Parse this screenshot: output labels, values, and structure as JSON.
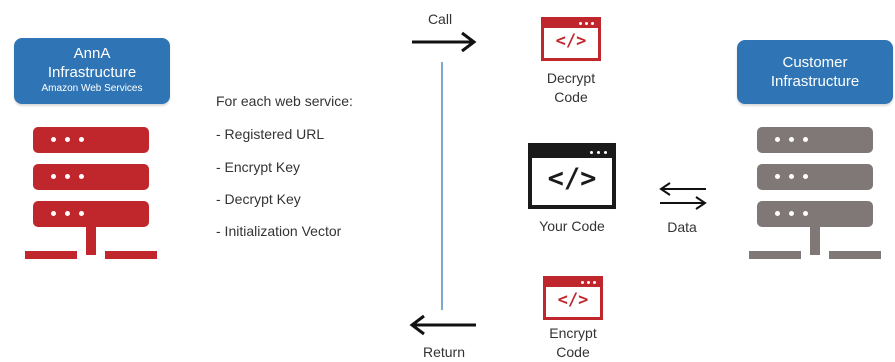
{
  "left_infra": {
    "title_line1": "AnnA",
    "title_line2": "Infrastructure",
    "subtitle": "Amazon Web Services"
  },
  "services": {
    "heading": "For each web service:",
    "items": [
      "- Registered URL",
      "- Encrypt Key",
      "- Decrypt Key",
      "- Initialization Vector"
    ]
  },
  "call_label": "Call",
  "return_label": "Return",
  "decrypt_label": [
    "Decrypt",
    "Code"
  ],
  "your_code_label": "Your Code",
  "data_label": "Data",
  "encrypt_label": [
    "Encrypt",
    "Code"
  ],
  "right_infra": {
    "title_line1": "Customer",
    "title_line2": "Infrastructure"
  },
  "code_glyph": "</>",
  "colors": {
    "accent_blue": "#2f74b5",
    "server_red": "#c0272d",
    "server_gray": "#7f7877",
    "line_blue": "#7ea6d4",
    "code_dark": "#1a1a1a"
  }
}
